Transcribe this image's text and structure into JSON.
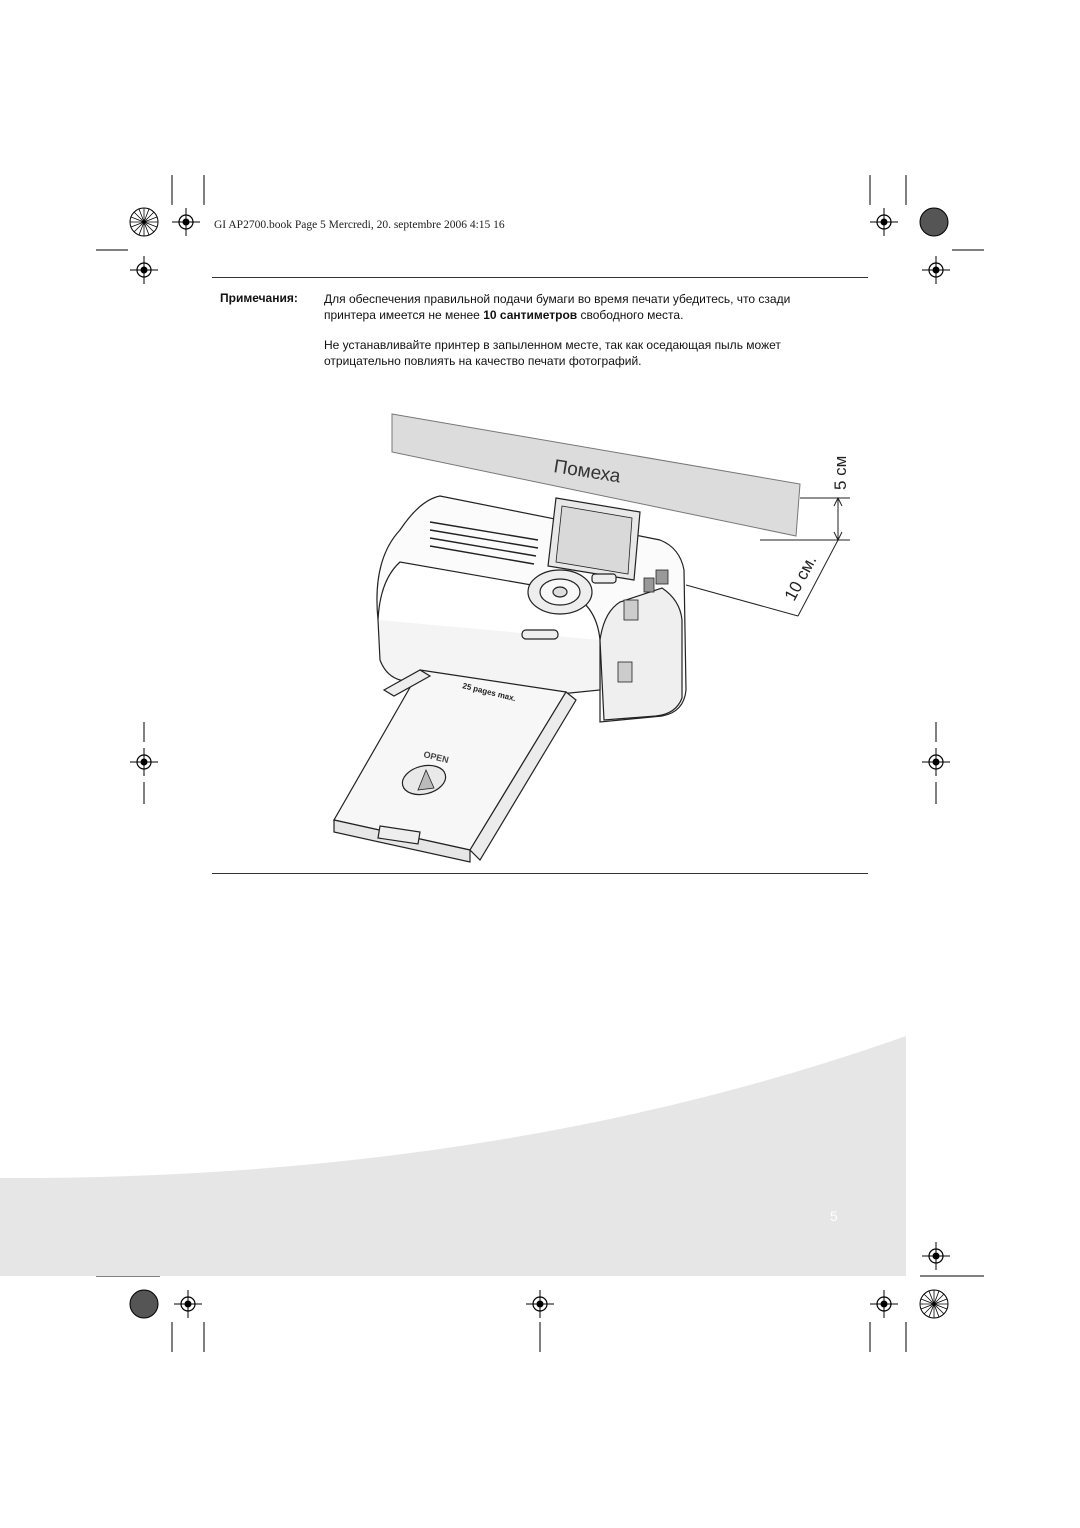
{
  "header": {
    "print_info": "GI AP2700.book  Page 5  Mercredi, 20. septembre 2006  4:15 16"
  },
  "notes": {
    "label": "Примечания:",
    "para1_start": "Для обеспечения правильной подачи бумаги во время печати убедитесь, что сзади",
    "para1_line2_a": "принтера имеется не менее ",
    "para1_bold": "10 сантиметров",
    "para1_line2_b": " свободного места.",
    "para2_line1": "Не устанавливайте принтер в запыленном месте, так как оседающая пыль может",
    "para2_line2": "отрицательно повлиять на качество печати фотографий."
  },
  "figure": {
    "obstacle_label": "Помеха",
    "dim_small": "5 см",
    "dim_large": "10 см.",
    "tray_capacity": "25 pages max.",
    "tray_open": "OPEN"
  },
  "footer": {
    "page_number": "5"
  },
  "colors": {
    "obstacle_fill": "#dcdcdc",
    "footer_swoosh": "#e6e6e6"
  }
}
